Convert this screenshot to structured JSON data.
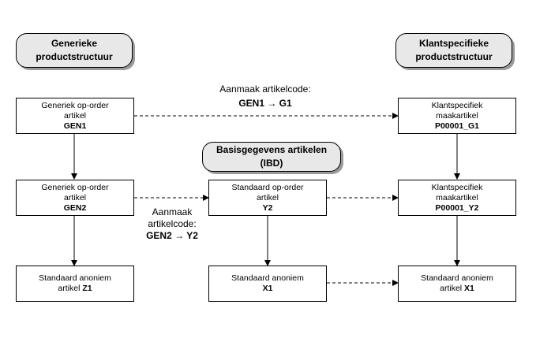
{
  "headers": {
    "generic": [
      "Generieke",
      "productstructuur"
    ],
    "customer": [
      "Klantspecifieke",
      "productstructuur"
    ],
    "base": [
      "Basisgegevens artikelen",
      "(IBD)"
    ]
  },
  "boxes": {
    "gen1": {
      "lines": [
        "Generiek op-order",
        "artikel"
      ],
      "code": "GEN1"
    },
    "gen2": {
      "lines": [
        "Generiek op-order",
        "artikel"
      ],
      "code": "GEN2"
    },
    "z1": {
      "lines": [
        "Standaard anoniem"
      ],
      "prefix": "artikel ",
      "code": "Z1"
    },
    "y2": {
      "lines": [
        "Standaard op-order",
        "artikel"
      ],
      "code": "Y2"
    },
    "x1": {
      "lines": [
        "Standaard anoniem"
      ],
      "code": "X1"
    },
    "p1": {
      "lines": [
        "Klantspecifiek",
        "maakartikel"
      ],
      "code": "P00001_G1"
    },
    "p2": {
      "lines": [
        "Klantspecifiek",
        "maakartikel"
      ],
      "code": "P00001_Y2"
    },
    "px1": {
      "lines": [
        "Standaard anoniem"
      ],
      "prefix": "artikel ",
      "code": "X1"
    }
  },
  "labels": {
    "top": {
      "text": "Aanmaak artikelcode:",
      "code": "GEN1 → G1"
    },
    "mid": {
      "lines": [
        "Aanmaak",
        "artikelcode:"
      ],
      "code": "GEN2 → Y2"
    }
  }
}
